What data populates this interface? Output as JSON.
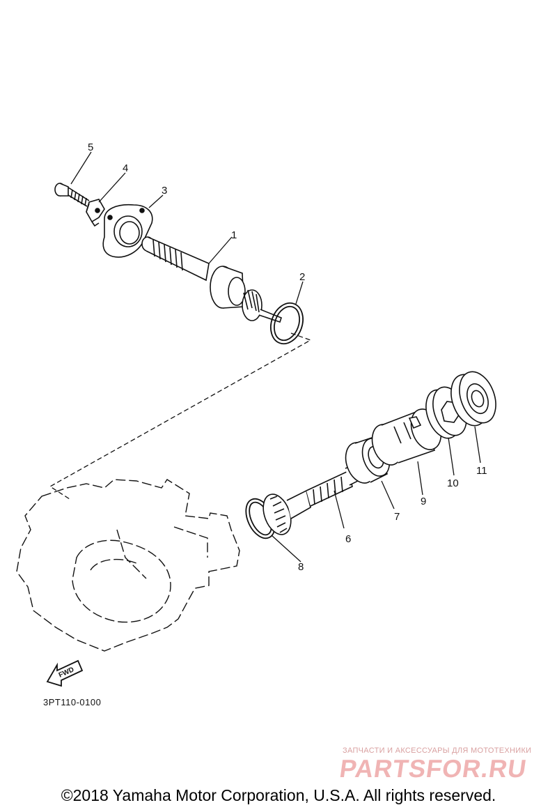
{
  "callouts": [
    "1",
    "2",
    "3",
    "4",
    "5",
    "6",
    "7",
    "8",
    "9",
    "10",
    "11"
  ],
  "fwd_label": "FWD",
  "diagram_code": "3PT110-0100",
  "watermark": {
    "tagline": "ЗАПЧАСТИ И АКСЕССУАРЫ ДЛЯ МОТОТЕХНИКИ",
    "brand": "PARTSFOR.RU",
    "color": "#f0b4b4"
  },
  "copyright": "©2018 Yamaha Motor Corporation, U.S.A. All rights reserved."
}
